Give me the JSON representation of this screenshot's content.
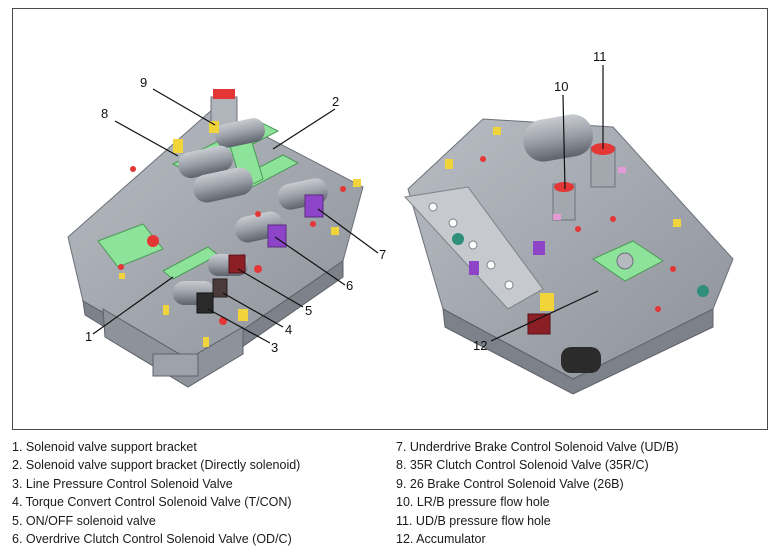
{
  "callouts": [
    "1",
    "2",
    "3",
    "4",
    "5",
    "6",
    "7",
    "8",
    "9",
    "10",
    "11",
    "12"
  ],
  "legend_left": [
    "1. Solenoid valve support bracket",
    "2. Solenoid valve support bracket (Directly solenoid)",
    "3. Line Pressure Control Solenoid Valve",
    "4. Torque Convert Control Solenoid Valve (T/CON)",
    "5. ON/OFF solenoid valve",
    "6. Overdrive Clutch Control Solenoid Valve (OD/C)"
  ],
  "legend_right": [
    "7. Underdrive Brake Control Solenoid Valve (UD/B)",
    "8. 35R Clutch Control Solenoid Valve (35R/C)",
    "9. 26 Brake Control Solenoid Valve (26B)",
    "10. LR/B pressure flow hole",
    "11. UD/B pressure flow hole",
    "12. Accumulator"
  ],
  "colors": {
    "body": "#a9adb4",
    "body_dark": "#7d828a",
    "bracket": "#8ee39a",
    "purple": "#8e44c8",
    "red": "#e53636",
    "yellow": "#f1d33a",
    "maroon": "#8c1f26"
  }
}
